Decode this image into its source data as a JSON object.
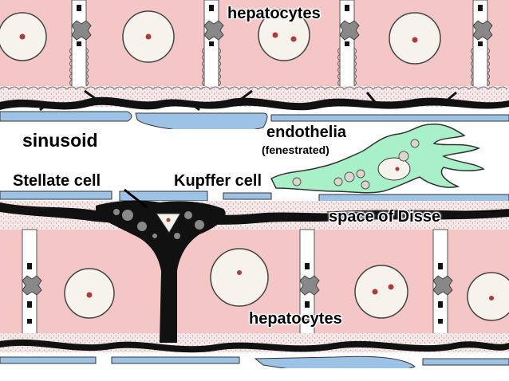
{
  "labels": {
    "hepatocytes_top": "hepatocytes",
    "sinusoid": "sinusoid",
    "endothelia": "endothelia",
    "fenestrated": "(fenestrated)",
    "stellate_cell": "Stellate cell",
    "kupffer_cell": "Kupffer cell",
    "space_of_disse": "space of Disse",
    "hepatocytes_bottom": "hepatocytes"
  },
  "colors": {
    "hepatocyte": "#f4c6c6",
    "nucleus": "#f6f2ec",
    "endothelium": "#9cc3e6",
    "kupffer": "#a8f0c8",
    "collagen": "#000000",
    "sinusoid_lumen": "#ffffff"
  }
}
